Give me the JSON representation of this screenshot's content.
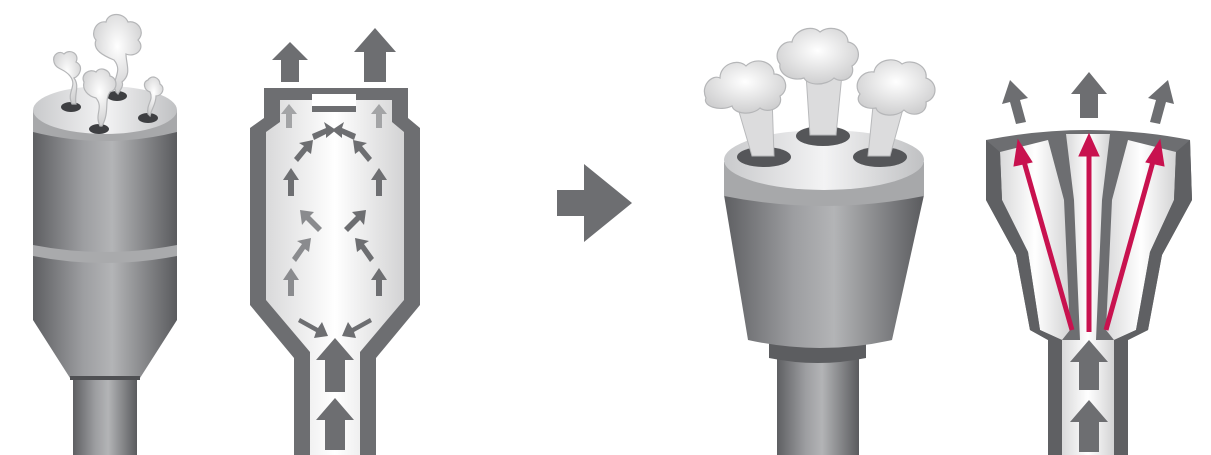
{
  "diagram": {
    "panels": [
      {
        "id": "conventional-nozzle-exterior",
        "icon": "steam-nozzle-cylindrical-icon",
        "outlet_count": 4
      },
      {
        "id": "conventional-nozzle-cross-section",
        "icon": "swirling-flow-cross-section-icon",
        "outlet_count": 2
      },
      {
        "id": "transition",
        "icon": "right-arrow-icon"
      },
      {
        "id": "improved-nozzle-exterior",
        "icon": "steam-nozzle-conical-icon",
        "outlet_count": 3
      },
      {
        "id": "improved-nozzle-cross-section",
        "icon": "straight-flow-cross-section-icon",
        "outlet_count": 3
      }
    ],
    "colors": {
      "body_dark": "#6d6e71",
      "body_mid": "#8a8b8e",
      "body_light": "#c4c5c7",
      "flow_arrow": "#6d6e71",
      "flow_arrow_light": "#9a9b9d",
      "highlight_flow": "#c8124f",
      "steam": "#e6e6e6"
    }
  }
}
